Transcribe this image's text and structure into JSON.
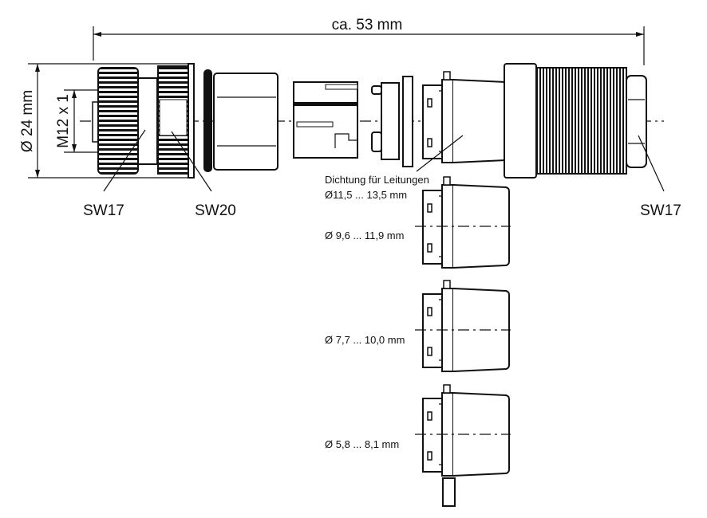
{
  "dimensions": {
    "overall_length": "ca. 53 mm",
    "outer_diameter": "Ø 24 mm",
    "thread": "M12 x 1"
  },
  "labels": {
    "sw17_left": "SW17",
    "sw20": "SW20",
    "sw17_right": "SW17",
    "seal_title": "Dichtung für Leitungen",
    "seal_1_range": "Ø11,5 ... 13,5 mm",
    "seal_2_range": "Ø 9,6 ... 11,9 mm",
    "seal_3_range": "Ø 7,7 ... 10,0 mm",
    "seal_4_range": "Ø 5,8 ... 8,1 mm"
  }
}
